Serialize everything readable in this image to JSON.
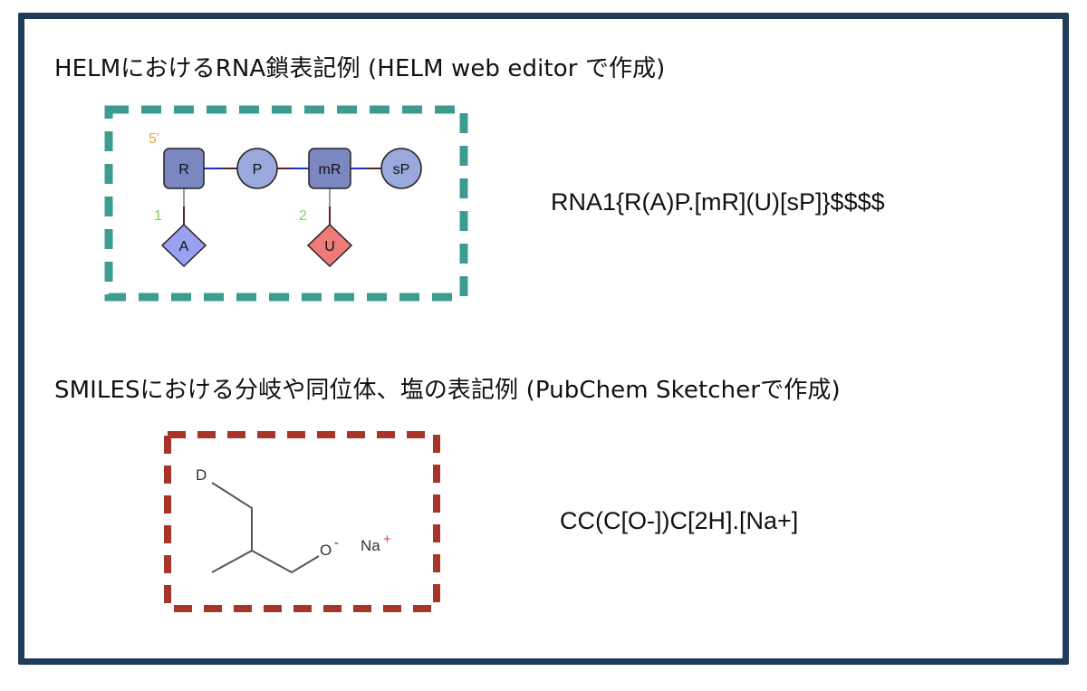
{
  "headings": {
    "helm": "HELMにおけるRNA鎖表記例  (HELM web editor で作成)",
    "smiles": "SMILESにおける分岐や同位体、塩の表記例 (PubChem Sketcherで作成)"
  },
  "helm_diagram": {
    "five_prime_label": "5'",
    "nodes": {
      "r": "R",
      "p": "P",
      "mr": "mR",
      "sp": "sP",
      "base_a": "A",
      "base_u": "U"
    },
    "position_labels": {
      "one": "1",
      "two": "2"
    },
    "notation": "RNA1{R(A)P.[mR](U)[sP]}$$$$"
  },
  "smiles_diagram": {
    "atoms": {
      "deuterium": "D",
      "oxygen": "O",
      "oxygen_charge": "-",
      "sodium": "Na",
      "sodium_charge": "+"
    },
    "notation": "CC(C[O-])C[2H].[Na+]"
  },
  "colors": {
    "frame": "#1f3b57",
    "helm_box": "#3d9c90",
    "smiles_box": "#a9352a",
    "sugar": "#7b87c0",
    "phosphate": "#9aa8de",
    "base_a": "#9aa1f0",
    "base_u": "#ee7b78",
    "backbone_bond": "#1a2fd6",
    "branch_bond": "#5a2424",
    "five_prime": "#f0a23a",
    "position": "#7dd35a",
    "na_charge": "#e0384b"
  }
}
